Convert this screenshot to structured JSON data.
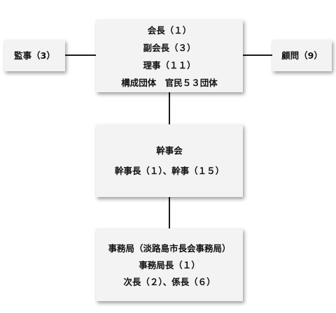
{
  "top_box": {
    "lines": [
      "会長（１）",
      "副会長（３）",
      "理事（１１）",
      "構成団体　官民５３団体"
    ]
  },
  "left_box": {
    "label": "監事（3）"
  },
  "right_box": {
    "label": "顧問（9）"
  },
  "middle_box": {
    "lines": [
      "幹事会",
      "幹事長（１）、幹事（１５）"
    ]
  },
  "bottom_box": {
    "lines": [
      "事務局（淡路島市長会事務局）",
      "事務局長（１）",
      "次長（２）、係長（６）"
    ]
  }
}
